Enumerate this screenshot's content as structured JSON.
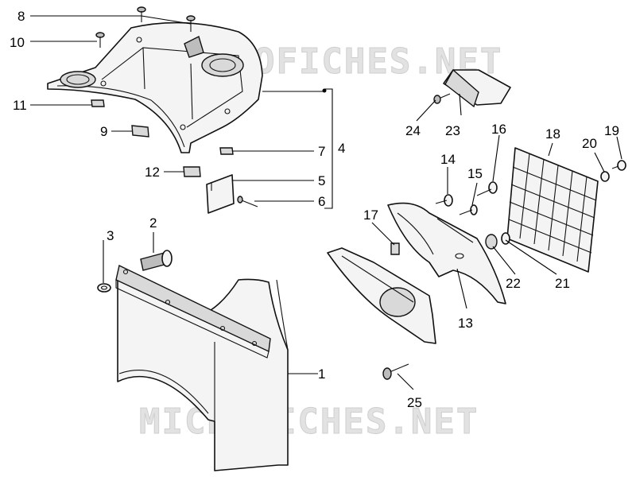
{
  "watermarks": [
    "MICROFICHES.NET",
    "MICROFICHES.NET"
  ],
  "callouts": {
    "c1": "1",
    "c2": "2",
    "c3": "3",
    "c4": "4",
    "c5": "5",
    "c6": "6",
    "c7": "7",
    "c8": "8",
    "c9": "9",
    "c10": "10",
    "c11": "11",
    "c12": "12",
    "c13": "13",
    "c14": "14",
    "c15": "15",
    "c16": "16",
    "c17": "17",
    "c18": "18",
    "c19": "19",
    "c20": "20",
    "c21": "21",
    "c22": "22",
    "c23": "23",
    "c24": "24",
    "c25": "25"
  }
}
